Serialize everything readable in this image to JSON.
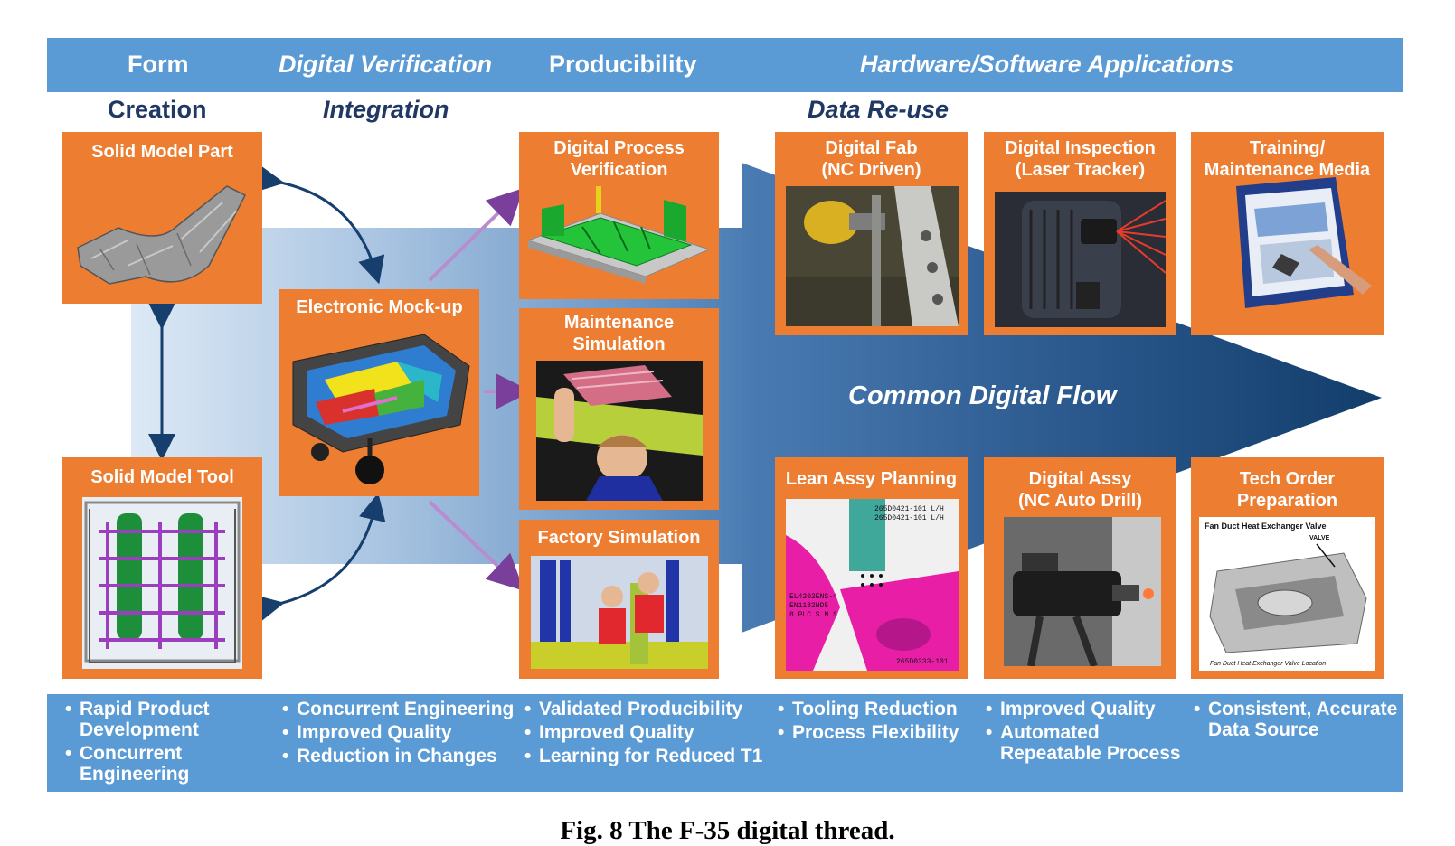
{
  "header": {
    "form": "Form",
    "creation": "Creation",
    "digital_verification": "Digital Verification",
    "integration": "Integration",
    "producibility": "Producibility",
    "hw_sw": "Hardware/Software Applications",
    "data_reuse": "Data Re-use"
  },
  "panels": {
    "solid_model_part": "Solid Model Part",
    "solid_model_tool": "Solid Model Tool",
    "electronic_mockup": "Electronic Mock-up",
    "digital_process_verification": "Digital Process\nVerification",
    "maintenance_simulation": "Maintenance\nSimulation",
    "factory_simulation": "Factory Simulation",
    "digital_fab": "Digital Fab\n(NC Driven)",
    "digital_inspection": "Digital Inspection\n(Laser Tracker)",
    "training_media": "Training/\nMaintenance Media",
    "lean_assy": "Lean Assy Planning",
    "digital_assy": "Digital Assy\n(NC Auto Drill)",
    "tech_order": "Tech Order\nPreparation"
  },
  "image_text": {
    "lean_part1": "265D0421-101 L/H",
    "lean_part2": "265D0421-101 L/H",
    "lean_code1": "EL4202ENS-4",
    "lean_code2": "EN1182ND5",
    "lean_code3": "8 PLC S N S",
    "lean_code4": "265D0333-101",
    "tech_title": "Fan Duct Heat Exchanger Valve",
    "tech_valve": "VALVE",
    "tech_caption": "Fan Duct Heat Exchanger Valve Location"
  },
  "flow_label": "Common Digital Flow",
  "benefits": {
    "col1": [
      "Rapid Product\nDevelopment",
      "Concurrent\nEngineering"
    ],
    "col2": [
      "Concurrent Engineering",
      "Improved Quality",
      "Reduction in Changes"
    ],
    "col3": [
      "Validated Producibility",
      "Improved Quality",
      "Learning for Reduced T1"
    ],
    "col4": [
      "Tooling Reduction",
      "Process Flexibility"
    ],
    "col5": [
      "Improved Quality",
      "Automated\nRepeatable Process"
    ],
    "col6": [
      "Consistent, Accurate\nData Source"
    ]
  },
  "caption": "Fig. 8 The F-35 digital thread.",
  "colors": {
    "header_blue": "#5b9bd5",
    "panel_orange": "#ed7d31",
    "arrow_dark": "#163f6e",
    "subheader_navy": "#1f3864"
  }
}
